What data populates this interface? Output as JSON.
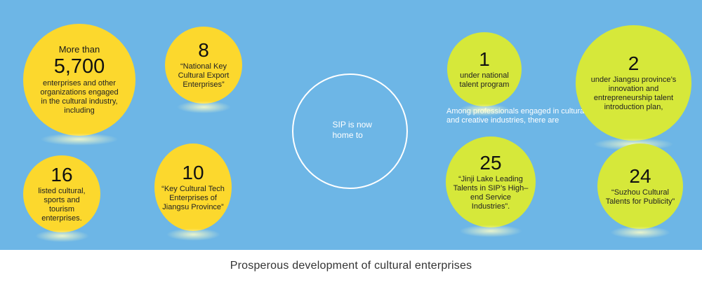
{
  "center": {
    "text": "SIP is now home to"
  },
  "right_intro": {
    "text": "Among professionals engaged in cultural and creative industries, there are"
  },
  "bubbles": {
    "enterprises": {
      "prefix": "More than",
      "number": "5,700",
      "text": "enterprises and other organizations engaged in the cultural industry, including",
      "color": "#fcd82d"
    },
    "export": {
      "number": "8",
      "text": "“National Key Cultural Export Enterprises”",
      "color": "#fcd82d"
    },
    "listed": {
      "number": "16",
      "text": "listed cultural, sports and tourism enterprises.",
      "color": "#fcd82d"
    },
    "tech": {
      "number": "10",
      "text": "“Key Cultural Tech Enterprises of Jiangsu Province”",
      "color": "#fcd82d"
    },
    "national": {
      "number": "1",
      "text": "under national talent program",
      "color": "#d6e83a"
    },
    "jiangsu": {
      "number": "2",
      "text": "under Jiangsu province’s innovation and entrepreneurship talent introduction plan,",
      "color": "#d6e83a"
    },
    "jinji": {
      "number": "25",
      "text": "“Jinji Lake Leading Talents in SIP’s High–end Service Industries”.",
      "color": "#d6e83a"
    },
    "suzhou": {
      "number": "24",
      "text": "“Suzhou Cultural Talents for Publicity”",
      "color": "#d6e83a"
    }
  },
  "caption": {
    "text": "Prosperous development of cultural enterprises"
  },
  "colors": {
    "background": "#6db6e6",
    "ring": "#ffffff"
  }
}
